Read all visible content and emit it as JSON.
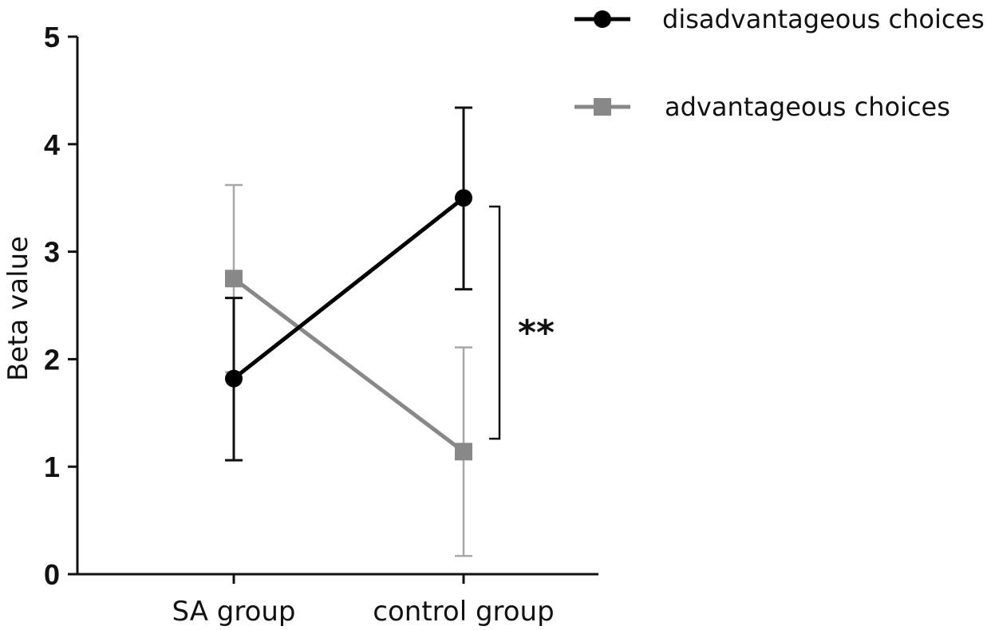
{
  "chart_data": {
    "type": "line",
    "ylabel": "Beta value",
    "xlabel": "",
    "ylim": [
      0,
      5
    ],
    "yticks": [
      0,
      1,
      2,
      3,
      4,
      5
    ],
    "categories": [
      "SA group",
      "control group"
    ],
    "series": [
      {
        "name": "disadvantageous choices",
        "color": "#000000",
        "marker": "circle",
        "values": [
          1.82,
          3.5
        ],
        "error_upper": [
          2.57,
          4.34
        ],
        "error_lower": [
          1.06,
          2.65
        ]
      },
      {
        "name": "advantageous choices",
        "color": "#888888",
        "marker": "square",
        "values": [
          2.75,
          1.14
        ],
        "error_upper": [
          3.62,
          2.11
        ],
        "error_lower": [
          1.88,
          0.17
        ]
      }
    ],
    "legend_position": "top-right",
    "annotations": [
      {
        "text": "**",
        "type": "significance-bracket",
        "category": "control group"
      }
    ]
  }
}
